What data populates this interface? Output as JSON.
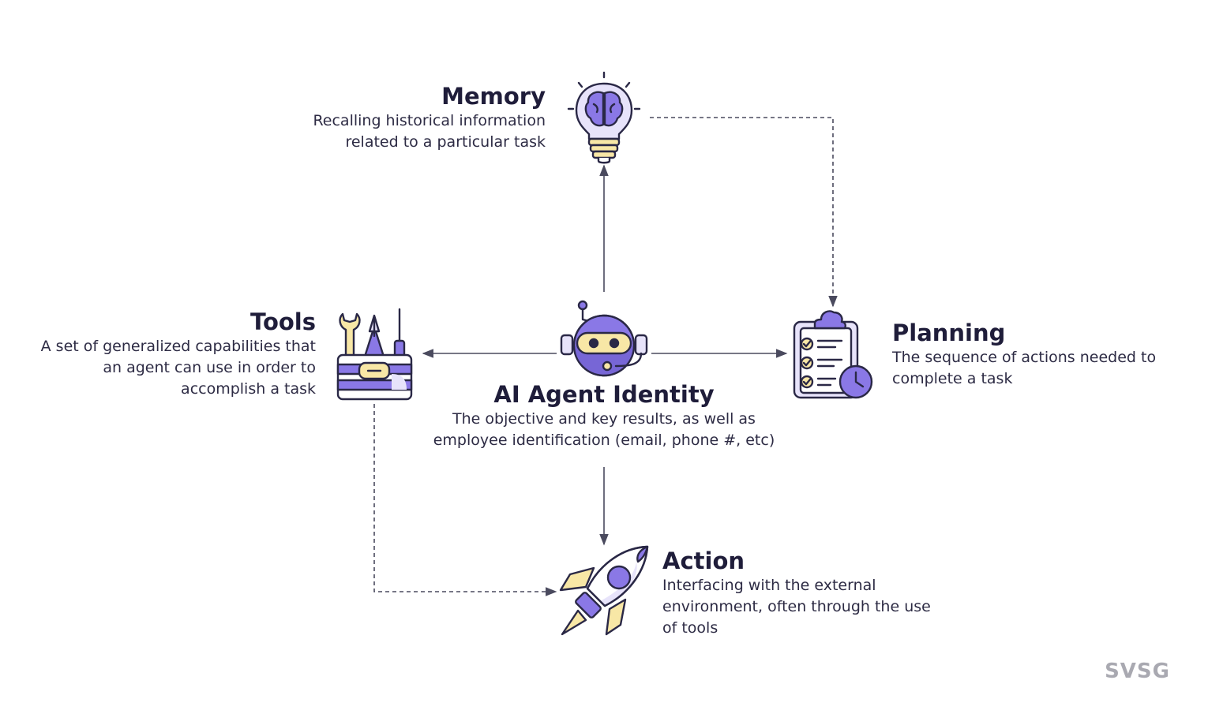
{
  "colors": {
    "ink": "#2a2846",
    "purple": "#8a78e6",
    "lavender": "#e7e3fa",
    "yellow": "#f8e7a6",
    "connector": "#4a4a5e"
  },
  "memory": {
    "icon": "lightbulb-brain-icon",
    "title": "Memory",
    "desc": [
      "Recalling historical information",
      "related to a particular task"
    ]
  },
  "tools": {
    "icon": "toolbox-icon",
    "title": "Tools",
    "desc": [
      "A set of generalized capabilities that",
      "an agent can use in order to",
      "accomplish a task"
    ]
  },
  "identity": {
    "icon": "robot-head-icon",
    "title": "AI Agent Identity",
    "desc": [
      "The objective and key results, as well as",
      "employee identification (email, phone #, etc)"
    ]
  },
  "planning": {
    "icon": "clipboard-checklist-icon",
    "title": "Planning",
    "desc": [
      "The sequence of actions needed to",
      "complete a task"
    ]
  },
  "action": {
    "icon": "rocket-icon",
    "title": "Action",
    "desc": [
      "Interfacing with the external",
      "environment, often through the use",
      "of tools"
    ]
  },
  "watermark": "SVSG"
}
